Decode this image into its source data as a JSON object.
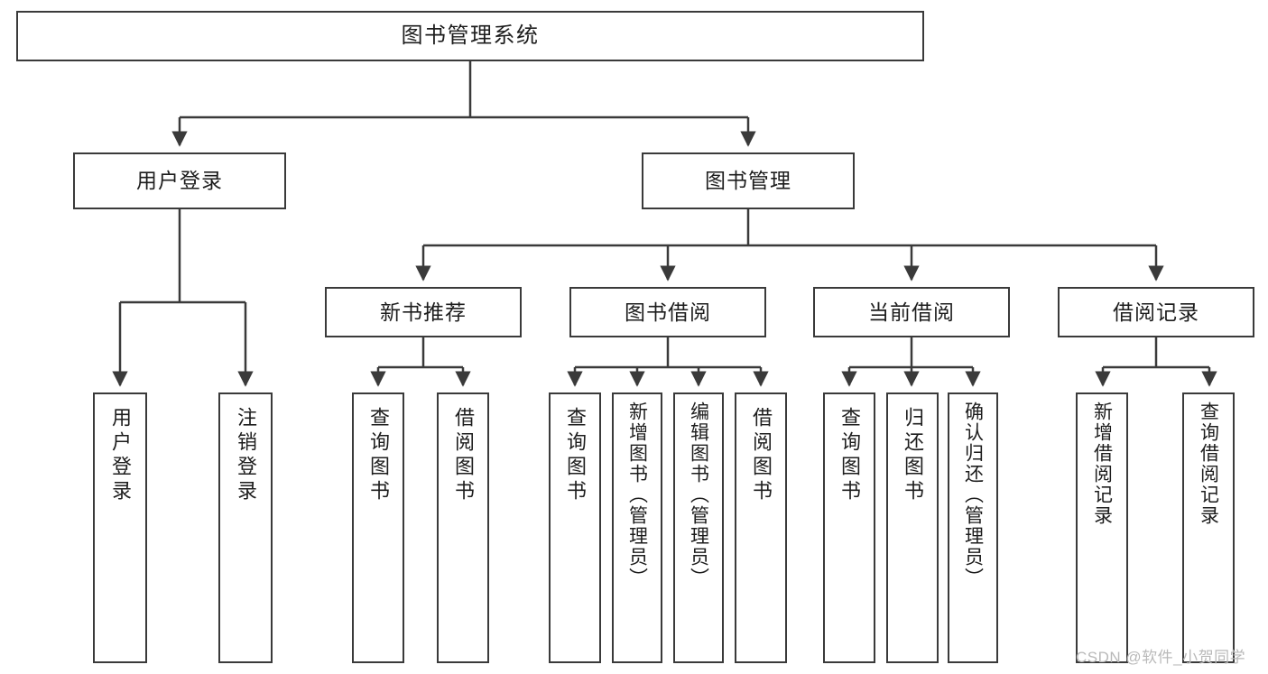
{
  "diagram": {
    "title": "图书管理系统",
    "type": "tree",
    "watermark": "CSDN @软件_小贺同学",
    "colors": {
      "box_border": "#3a3a3a",
      "box_fill": "#ffffff",
      "edge": "#3a3a3a",
      "text": "#1d1d1d",
      "watermark": "#b9b9b9",
      "background": "#ffffff"
    },
    "nodes": {
      "root": {
        "label": "图书管理系统"
      },
      "level2": [
        {
          "id": "user-login",
          "label": "用户登录"
        },
        {
          "id": "book-manage",
          "label": "图书管理"
        }
      ],
      "level3": [
        {
          "id": "new-book-recommend",
          "label": "新书推荐"
        },
        {
          "id": "book-borrow",
          "label": "图书借阅"
        },
        {
          "id": "current-borrow",
          "label": "当前借阅"
        },
        {
          "id": "borrow-record",
          "label": "借阅记录"
        }
      ],
      "leaves": {
        "user_login": [
          {
            "id": "leaf-user-login",
            "label": "用户登录"
          },
          {
            "id": "leaf-logout-login",
            "label": "注销登录"
          }
        ],
        "new_book_recommend": [
          {
            "id": "leaf-query-book-1",
            "label": "查询图书"
          },
          {
            "id": "leaf-borrow-book-1",
            "label": "借阅图书"
          }
        ],
        "book_borrow": [
          {
            "id": "leaf-query-book-2",
            "label": "查询图书"
          },
          {
            "id": "leaf-add-book",
            "label": "新增图书（管理员）"
          },
          {
            "id": "leaf-edit-book",
            "label": "编辑图书（管理员）"
          },
          {
            "id": "leaf-borrow-book-2",
            "label": "借阅图书"
          }
        ],
        "current_borrow": [
          {
            "id": "leaf-query-book-3",
            "label": "查询图书"
          },
          {
            "id": "leaf-return-book",
            "label": "归还图书"
          },
          {
            "id": "leaf-confirm-return",
            "label": "确认归还（管理员）"
          }
        ],
        "borrow_record": [
          {
            "id": "leaf-add-record",
            "label": "新增借阅记录"
          },
          {
            "id": "leaf-query-record",
            "label": "查询借阅记录"
          }
        ]
      }
    }
  }
}
